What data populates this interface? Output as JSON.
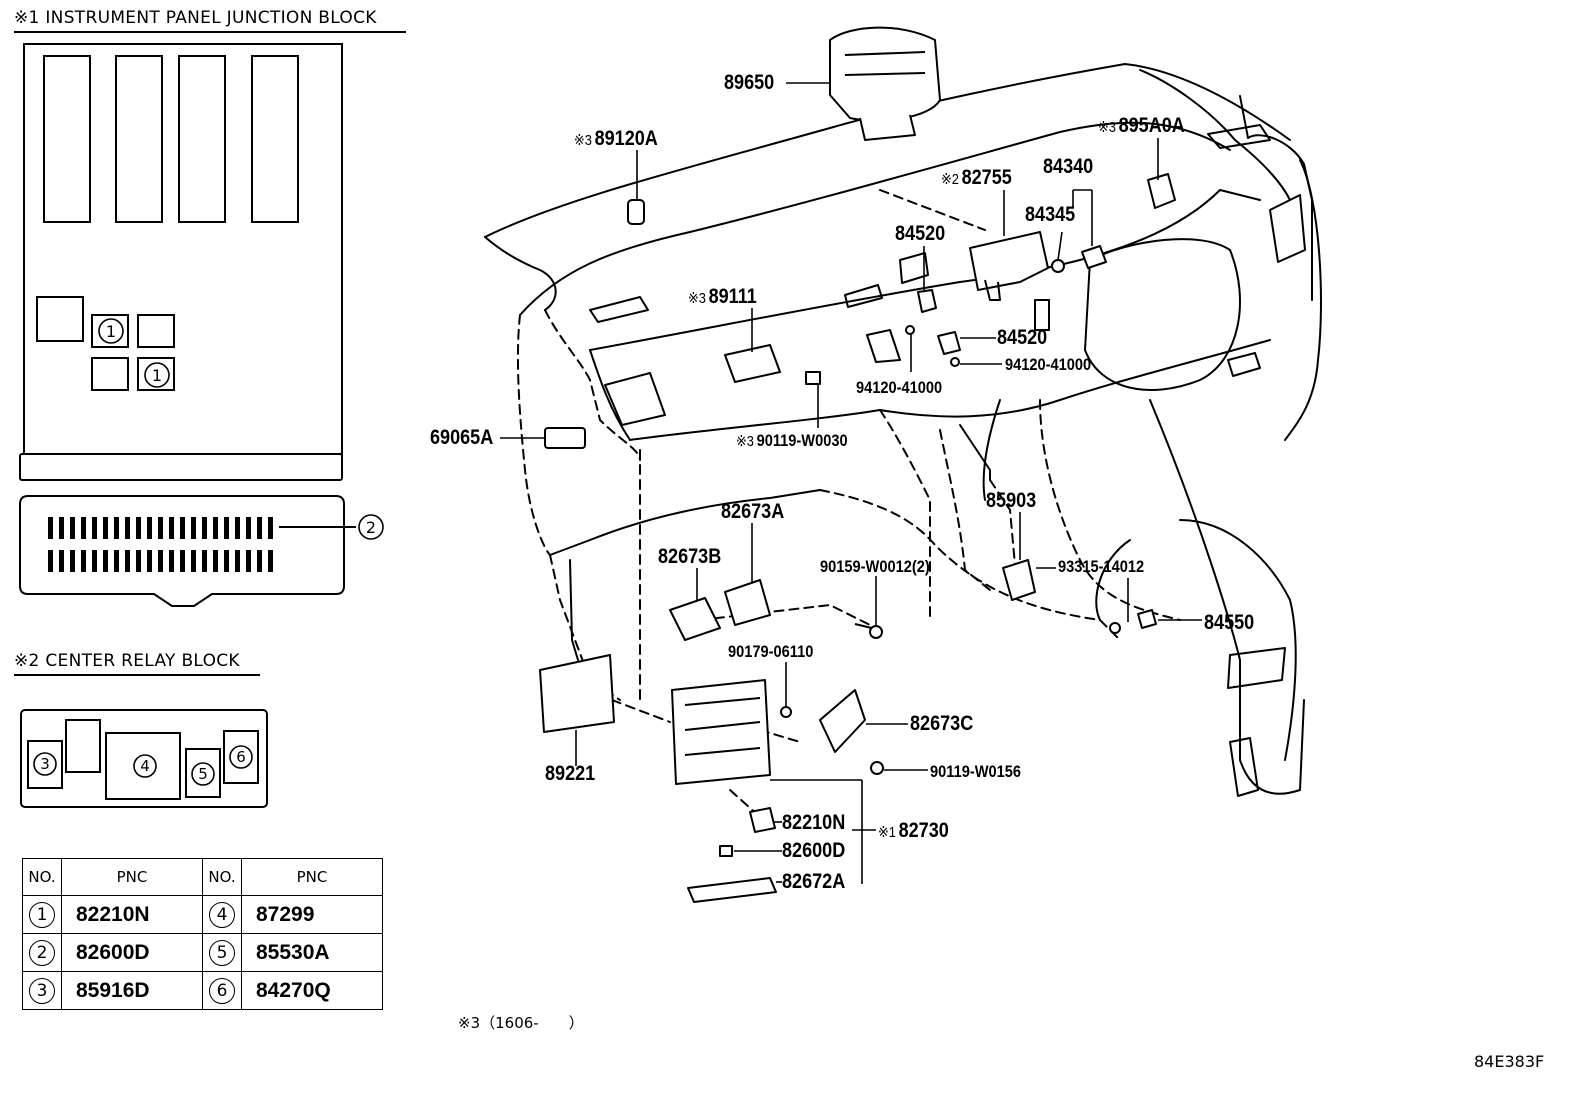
{
  "header_ij": "※1 INSTRUMENT PANEL JUNCTION BLOCK",
  "header_cr": "※2 CENTER RELAY BLOCK",
  "markers": [
    "1",
    "2",
    "3",
    "4",
    "5",
    "6"
  ],
  "table": {
    "headers": [
      "NO.",
      "PNC",
      "NO.",
      "PNC"
    ],
    "rows": [
      {
        "no1": "1",
        "pnc1": "82210N",
        "no2": "4",
        "pnc2": "87299"
      },
      {
        "no1": "2",
        "pnc1": "82600D",
        "no2": "5",
        "pnc2": "85530A"
      },
      {
        "no1": "3",
        "pnc1": "85916D",
        "no2": "6",
        "pnc2": "84270Q"
      }
    ]
  },
  "labels": {
    "p89650": "89650",
    "p89120A": "89120A",
    "p895A0A": "895A0A",
    "p84340": "84340",
    "p82755": "82755",
    "p84345": "84345",
    "p84520a": "84520",
    "p84520b": "84520",
    "p89111": "89111",
    "p94120a": "94120-41000",
    "p94120b": "94120-41000",
    "p69065A": "69065A",
    "p90119_w0030": "90119-W0030",
    "p82673A": "82673A",
    "p85903": "85903",
    "p82673B": "82673B",
    "p90159": "90159-W0012(2)",
    "p93315": "93315-14012",
    "p84550": "84550",
    "p90179": "90179-06110",
    "p82673C": "82673C",
    "p90119_w0156": "90119-W0156",
    "p89221": "89221",
    "p82210N": "82210N",
    "p82730": "82730",
    "p82600D": "82600D",
    "p82672A": "82672A"
  },
  "notes": {
    "n1": "※1",
    "n2": "※2",
    "n3": "※3"
  },
  "footnote": "※3（1606-　　）",
  "diagram_code": "84E383F"
}
